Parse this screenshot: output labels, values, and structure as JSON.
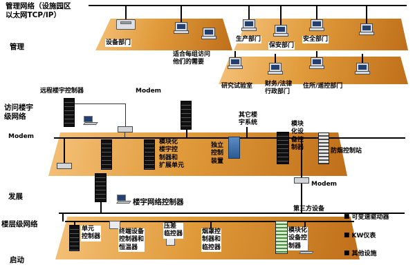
{
  "title": "管理网络（设施园区\n以太网TCP/IP）",
  "side": {
    "management": "管理",
    "access": "访问楼宇\n级网络",
    "development": "发展",
    "floor": "楼层级网络",
    "startup": "启动"
  },
  "top": {
    "equipment": "设备部门",
    "production": "生产部门",
    "guard": "保安部门",
    "safety": "安全部门",
    "note": "适合每组访问\n他们的需要",
    "research": "研究试验室",
    "finance": "财务/法律\n行政部门",
    "residence": "住所/遥控部门"
  },
  "access_level": {
    "remote_controller": "远程楼宇控制器",
    "modem_top": "Modem",
    "modem_left": "Modem",
    "modem_right": "Modem",
    "modular_building": "模块化\n楼宇控\n制器和\n扩展单元",
    "other_systems": "其它楼\n宇系统",
    "standalone": "独立\n控制\n装置",
    "modular_equipment": "模块\n化设\n备控\n制器",
    "smoke_station": "防烟控制站"
  },
  "development": {
    "network_controller": "楼宇网络控制器",
    "third_party": "第三方设备"
  },
  "legend": {
    "bullet": "■",
    "items": [
      {
        "text": "可变速驱动器"
      },
      {
        "text": "KW仪表"
      },
      {
        "text": "其他设施"
      }
    ]
  },
  "floor_level": {
    "unit": "单元\n控制器",
    "terminal": "终端设备\n控制器和\n恒温器",
    "pressure": "压差\n临控器",
    "hood": "烟罩控\n制器和\n临控器",
    "modular": "模块化\n设备控\n制器"
  }
}
